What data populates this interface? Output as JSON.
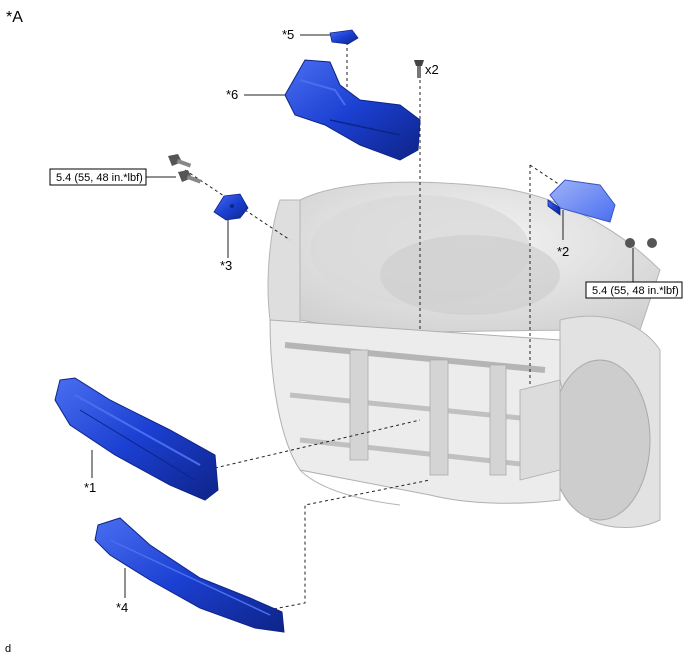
{
  "view_label": "*A",
  "footer_code": "d",
  "callouts": {
    "p1": "*1",
    "p2": "*2",
    "p3": "*3",
    "p4": "*4",
    "p5": "*5",
    "p6": "*6"
  },
  "quantity_label": "x2",
  "torque_left": "5.4 (55, 48 in.*lbf)",
  "torque_right": "5.4 (55, 48 in.*lbf)",
  "colors": {
    "part_blue": "#1b3fd1",
    "part_blue_dark": "#0e2488",
    "part_blue_light": "#4a6ef0",
    "vehicle_gray": "#e6e6e6",
    "vehicle_edge": "#b5b5b5"
  }
}
